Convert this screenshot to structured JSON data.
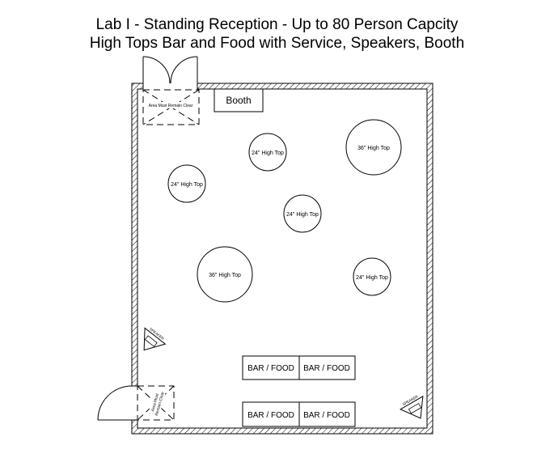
{
  "header": {
    "title_line1": "Lab I - Standing Reception - Up to 80 Person Capcity",
    "title_line2": "High Tops Bar and Food with Service, Speakers, Booth"
  },
  "booth": {
    "label": "Booth"
  },
  "clear_areas": {
    "top": "Area Must Remain Clear",
    "left_line1": "Area Must",
    "left_line2": "Remain Clear"
  },
  "tables": [
    {
      "label": "24\" High Top"
    },
    {
      "label": "36\" High Top"
    },
    {
      "label": "24\" High Top"
    },
    {
      "label": "24\" High Top"
    },
    {
      "label": "36\" High Top"
    },
    {
      "label": "24\" High Top"
    }
  ],
  "stations": [
    {
      "label": "BAR / FOOD"
    },
    {
      "label": "BAR / FOOD"
    },
    {
      "label": "BAR / FOOD"
    },
    {
      "label": "BAR / FOOD"
    }
  ],
  "speakers": [
    {
      "label": "SPEAKER"
    },
    {
      "label": "SPEAKER"
    }
  ]
}
